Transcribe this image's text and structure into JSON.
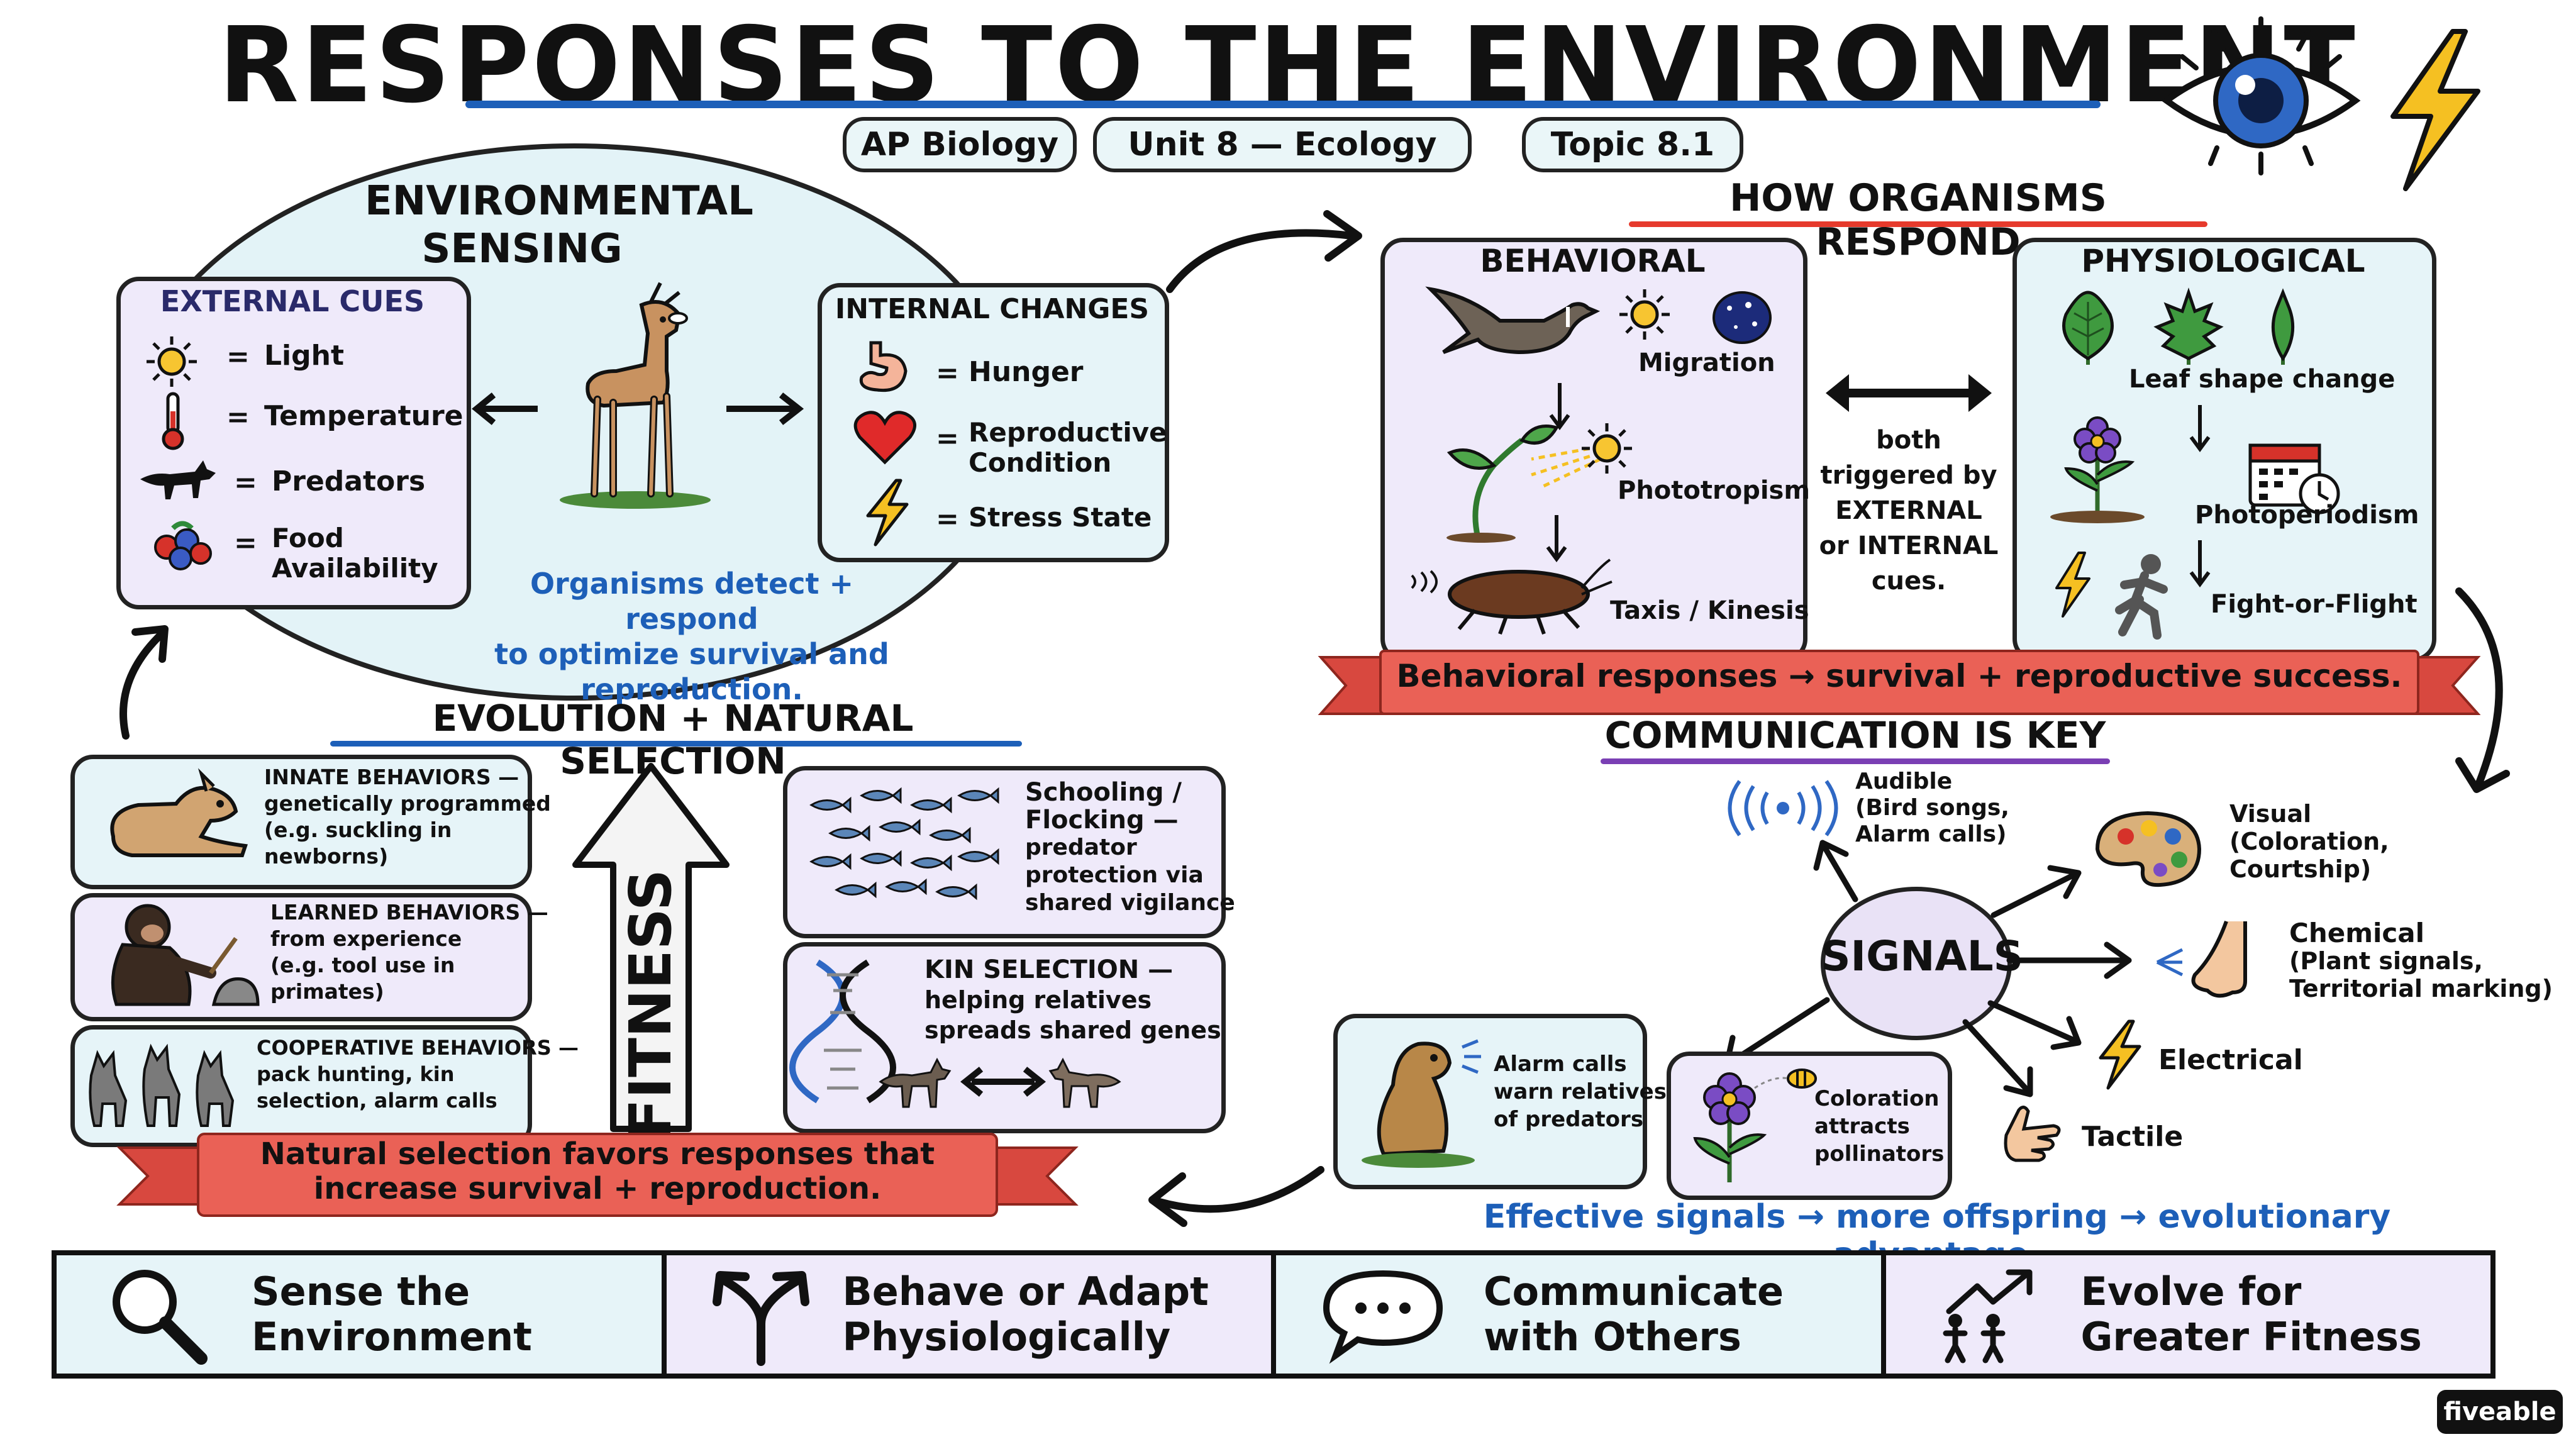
{
  "title": "RESPONSES TO THE ENVIRONMENT",
  "tags": [
    "AP Biology",
    "Unit 8 — Ecology",
    "Topic 8.1"
  ],
  "sensing": {
    "title_l1": "ENVIRONMENTAL",
    "title_l2": "SENSING",
    "external": {
      "title": "EXTERNAL CUES",
      "items": [
        "Light",
        "Temperature",
        "Predators",
        "Food",
        "Availability"
      ]
    },
    "internal": {
      "title": "INTERNAL CHANGES",
      "items": [
        "Hunger",
        "Reproductive",
        "Condition",
        "Stress State"
      ]
    },
    "eq": "=",
    "caption": [
      "Organisms detect + respond",
      "to optimize survival and",
      "reproduction."
    ]
  },
  "respond": {
    "title": "HOW ORGANISMS RESPOND",
    "behavioral": {
      "title": "BEHAVIORAL",
      "items": [
        "Migration",
        "Phototropism",
        "Taxis / Kinesis"
      ]
    },
    "physiological": {
      "title": "PHYSIOLOGICAL",
      "items": [
        "Leaf shape change",
        "Photoperiodism",
        "Fight-or-Flight"
      ]
    },
    "both": [
      "both",
      "triggered by",
      "EXTERNAL",
      "or INTERNAL",
      "cues."
    ],
    "banner": "Behavioral responses → survival + reproductive success."
  },
  "evolution": {
    "title": "EVOLUTION + NATURAL SELECTION",
    "fitness": "FITNESS",
    "innate": [
      "INNATE BEHAVIORS —",
      "genetically programmed",
      "(e.g. suckling in",
      "newborns)"
    ],
    "learned": [
      "LEARNED BEHAVIORS —",
      "from experience",
      "(e.g. tool use in",
      "primates)"
    ],
    "cooperative": [
      "COOPERATIVE BEHAVIORS —",
      "pack hunting, kin",
      "selection, alarm calls"
    ],
    "schooling": [
      "Schooling /",
      "Flocking —",
      "predator",
      "protection via",
      "shared vigilance"
    ],
    "kin": [
      "KIN SELECTION —",
      "helping relatives",
      "spreads shared genes"
    ],
    "banner": [
      "Natural selection favors responses that",
      "increase survival + reproduction."
    ]
  },
  "communication": {
    "title": "COMMUNICATION IS KEY",
    "signals": "SIGNALS",
    "audible": [
      "Audible",
      "(Bird songs,",
      "Alarm calls)"
    ],
    "visual": [
      "Visual",
      "(Coloration,",
      "Courtship)"
    ],
    "chemical": [
      "Chemical",
      "(Plant signals,",
      "Territorial marking)"
    ],
    "electrical": "Electrical",
    "tactile": "Tactile",
    "alarm": [
      "Alarm calls",
      "warn relatives",
      "of predators"
    ],
    "coloration": [
      "Coloration",
      "attracts",
      "pollinators"
    ],
    "caption": "Effective signals → more offspring → evolutionary advantage."
  },
  "footer": [
    {
      "l1": "Sense the",
      "l2": "Environment",
      "icon": "magnifier-icon"
    },
    {
      "l1": "Behave or Adapt",
      "l2": "Physiologically",
      "icon": "branch-arrows-icon"
    },
    {
      "l1": "Communicate",
      "l2": "with Others",
      "icon": "speech-bubble-icon"
    },
    {
      "l1": "Evolve for",
      "l2": "Greater Fitness",
      "icon": "people-growth-icon"
    }
  ],
  "brand": "fiveable",
  "colors": {
    "accent_blue": "#1d5fb8",
    "banner_red": "#ea6156",
    "lavender": "#efeafa",
    "pale_blue": "#e6f4f8"
  }
}
